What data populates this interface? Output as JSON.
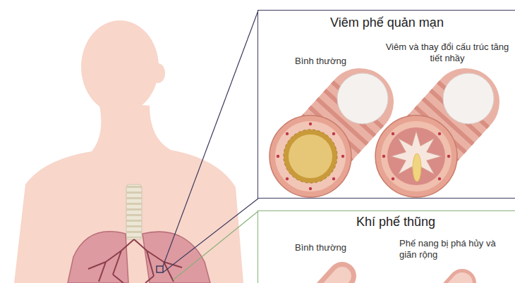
{
  "diagram": {
    "nodes": [
      {
        "text": [
          "Viêm phế quản mạn",
          "Bình thường",
          "Viêm và thay đổi cấu trúc tăng tiết nhầy"
        ]
      },
      {
        "text": [
          "Khí phế thũng",
          "Bình thường",
          "Phế nang bị phá hủy và giãn rộng"
        ]
      }
    ]
  }
}
